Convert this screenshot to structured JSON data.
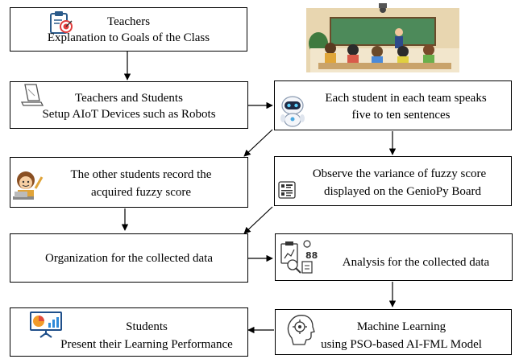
{
  "steps": {
    "s1": {
      "line1": "Teachers",
      "line2": "Explanation to Goals of the Class"
    },
    "s2": {
      "line1": "Teachers and Students",
      "line2": "Setup AIoT Devices such as Robots"
    },
    "s3": {
      "line1": "Each student in each team speaks",
      "line2": "five to ten sentences"
    },
    "s4": {
      "line1": "The other students record the",
      "line2": "acquired fuzzy score"
    },
    "s5": {
      "line1": "Observe the variance of fuzzy score",
      "line2": "displayed on the GenioPy Board"
    },
    "s6": {
      "line1": "Organization for the collected data"
    },
    "s7": {
      "line1": "Analysis for the collected data"
    },
    "s8": {
      "line1": "Machine Learning",
      "line2": "using PSO-based AI-FML Model"
    },
    "s9": {
      "line1": "Students",
      "line2": "Present their Learning Performance"
    }
  },
  "icons": {
    "s1": "goal-clipboard-target-icon",
    "s2": "laptop-icon",
    "s3": "robot-icon",
    "s4": "student-with-laptop-icon",
    "s5": "board-icon",
    "s7": "data-analysis-icon",
    "s8": "ai-head-gear-icon",
    "s9": "presentation-chart-icon",
    "classroom": "classroom-illustration"
  }
}
